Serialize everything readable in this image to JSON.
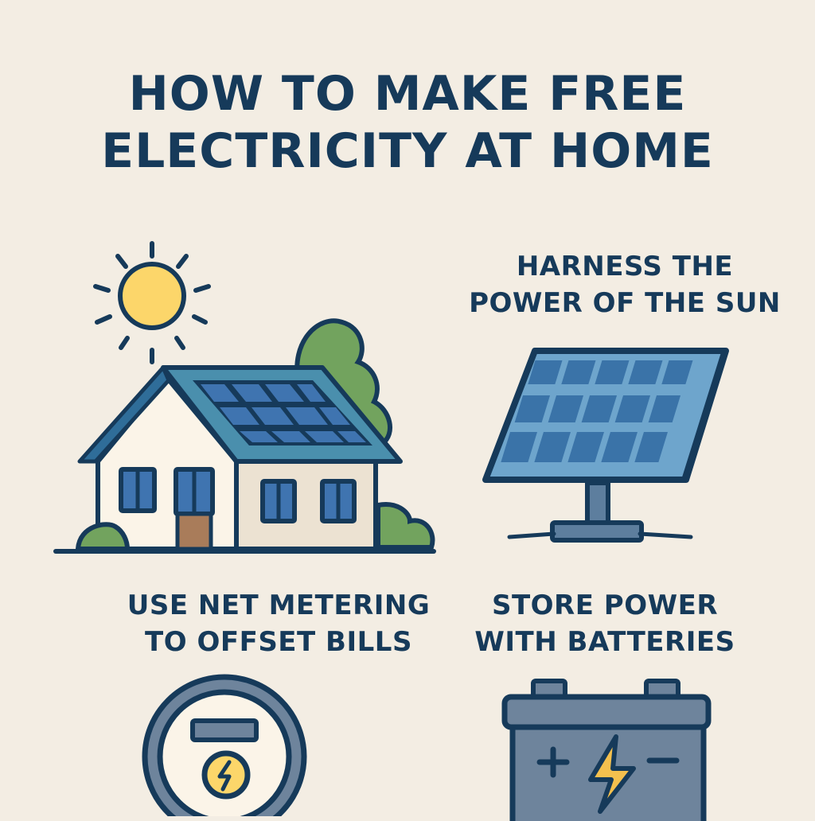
{
  "title": {
    "line1": "HOW TO MAKE FREE",
    "line2": "ELECTRICITY AT HOME"
  },
  "sections": [
    {
      "id": "house",
      "heading": "",
      "icon": "house-with-solar-roof-icon"
    },
    {
      "id": "sun",
      "heading_line1": "HARNESS THE",
      "heading_line2": "POWER OF THE SUN",
      "icon": "solar-panel-icon"
    },
    {
      "id": "net-metering",
      "heading_line1": "USE NET METERING",
      "heading_line2": "TO OFFSET BILLS",
      "icon": "electric-meter-icon"
    },
    {
      "id": "batteries",
      "heading_line1": "STORE POWER",
      "heading_line2": "WITH BATTERIES",
      "icon": "battery-icon"
    }
  ],
  "colors": {
    "background": "#f3ede3",
    "ink": "#163a5a",
    "sun": "#fcd66a",
    "panel_blue": "#3f74b0",
    "roof_teal": "#4a8fad",
    "foliage": "#72a35e",
    "battery_gray": "#6e849c",
    "door": "#a97c5a"
  }
}
